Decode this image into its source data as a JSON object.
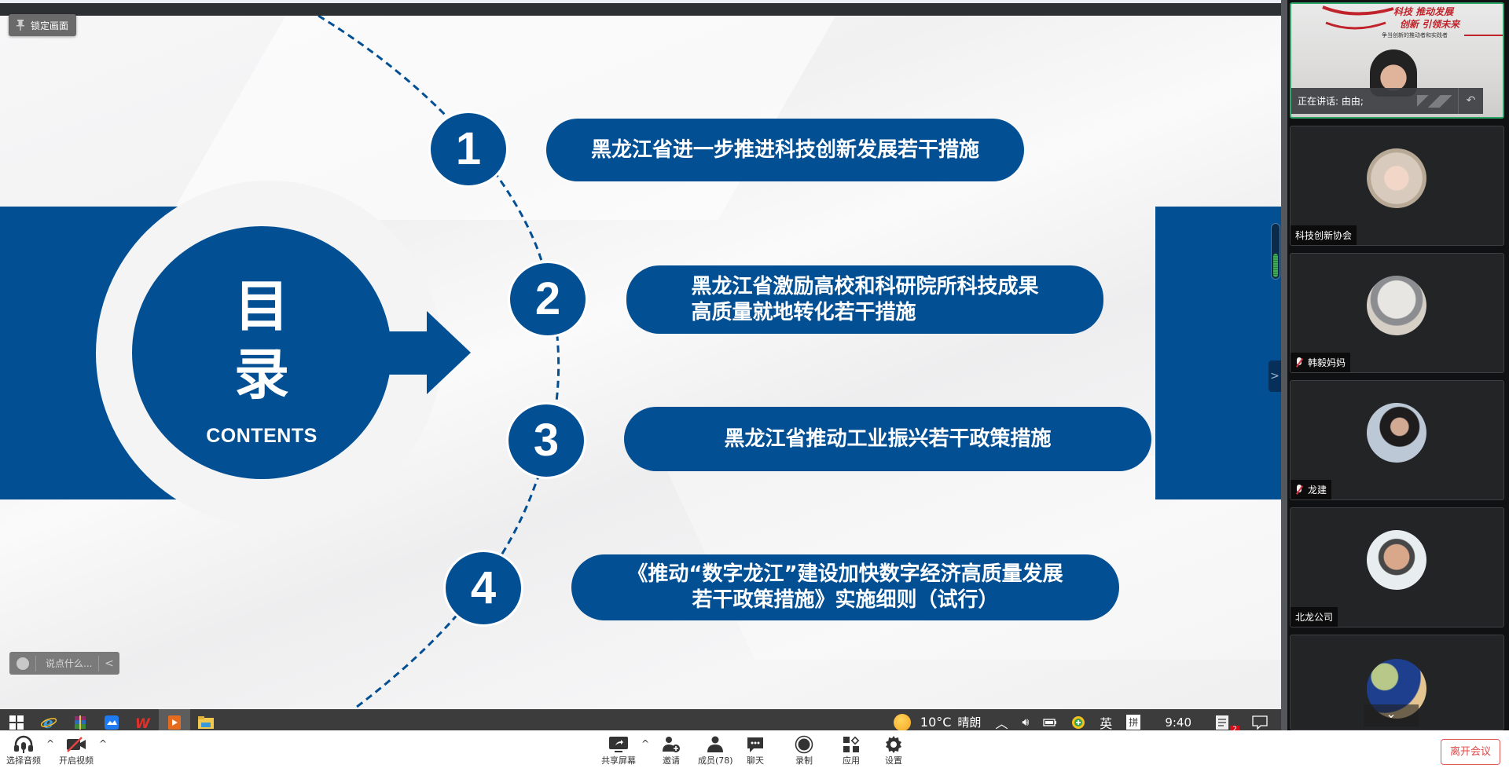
{
  "lock_screen": {
    "label": "锁定画面",
    "icon": "pin-icon"
  },
  "slide": {
    "title_cn_line1": "目",
    "title_cn_line2": "录",
    "title_en": "CONTENTS",
    "accent_color": "#034f93",
    "items": [
      {
        "number": "1",
        "lines": [
          "黑龙江省进一步推进科技创新发展若干措施"
        ]
      },
      {
        "number": "2",
        "lines": [
          "黑龙江省激励高校和科研院所科技成果",
          "高质量就地转化若干措施"
        ]
      },
      {
        "number": "3",
        "lines": [
          "黑龙江省推动工业振兴若干政策措施"
        ]
      },
      {
        "number": "4",
        "lines": [
          "《推动“数字龙江”建设加快数字经济高质量发展",
          "若干政策措施》实施细则（试行）"
        ]
      }
    ]
  },
  "chat_input": {
    "placeholder": "说点什么...",
    "emoji_icon": "emoji-icon",
    "collapse_icon": "chevron-left-icon"
  },
  "remote_taskbar": {
    "apps": [
      "windows-start",
      "internet-explorer",
      "winrar",
      "tencent-meeting",
      "wps-office",
      "media-player",
      "file-explorer"
    ],
    "weather_temp": "10°C",
    "weather_text": "晴朗",
    "ime_lang": "英",
    "ime_mode": "拼",
    "time": "9:40",
    "notification_count": "2"
  },
  "participants": {
    "active_speaker": {
      "speaking_label": "正在讲话: 由由;",
      "banner_line1": "科技 推动发展",
      "banner_line2": "创新 引领未来"
    },
    "tiles": [
      {
        "name": "科技创新协会",
        "muted": false
      },
      {
        "name": "韩毅妈妈",
        "muted": true
      },
      {
        "name": "龙建",
        "muted": true
      },
      {
        "name": "北龙公司",
        "muted": false
      },
      {
        "name": "",
        "muted": false
      }
    ]
  },
  "toolbar": {
    "audio": "选择音频",
    "video": "开启视频",
    "share": "共享屏幕",
    "invite": "邀请",
    "members": "成员(78)",
    "chat": "聊天",
    "record": "录制",
    "apps": "应用",
    "settings": "设置",
    "leave": "离开会议"
  }
}
